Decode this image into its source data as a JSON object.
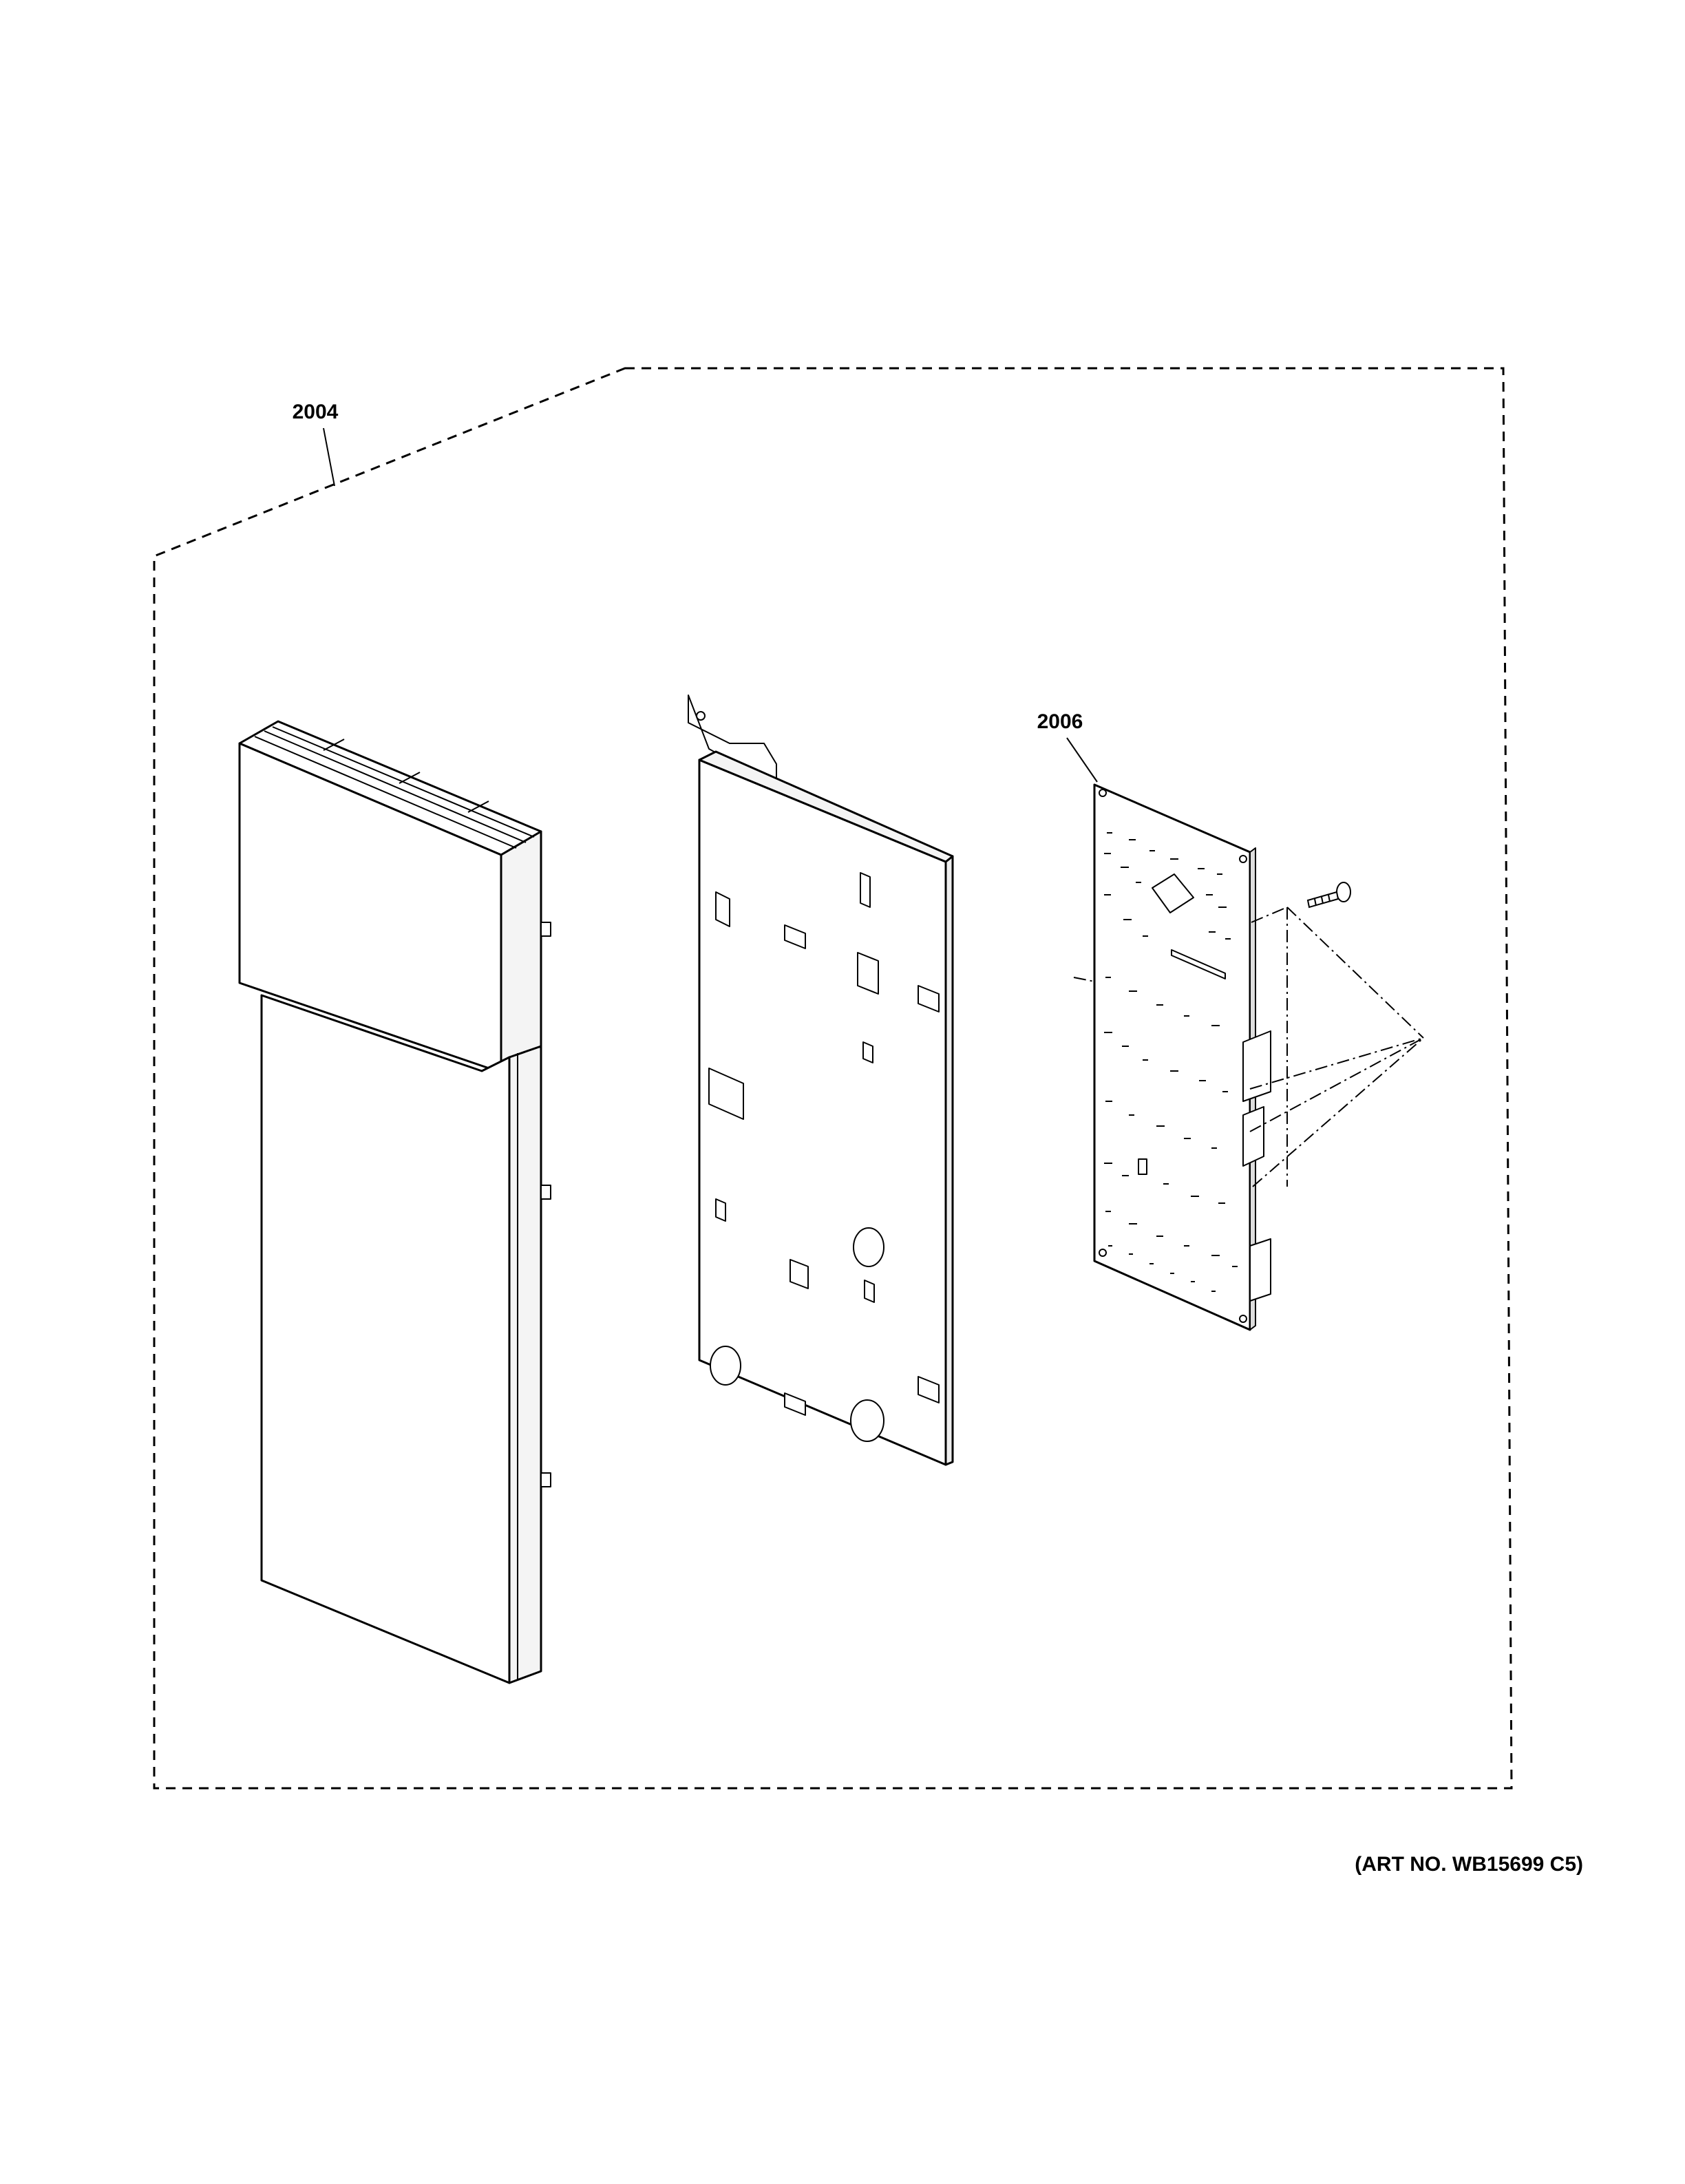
{
  "diagram": {
    "callouts": [
      {
        "id": "2004",
        "label": "2004"
      },
      {
        "id": "2006",
        "label": "2006"
      }
    ],
    "art_number": "(ART NO. WB15699 C5)"
  }
}
